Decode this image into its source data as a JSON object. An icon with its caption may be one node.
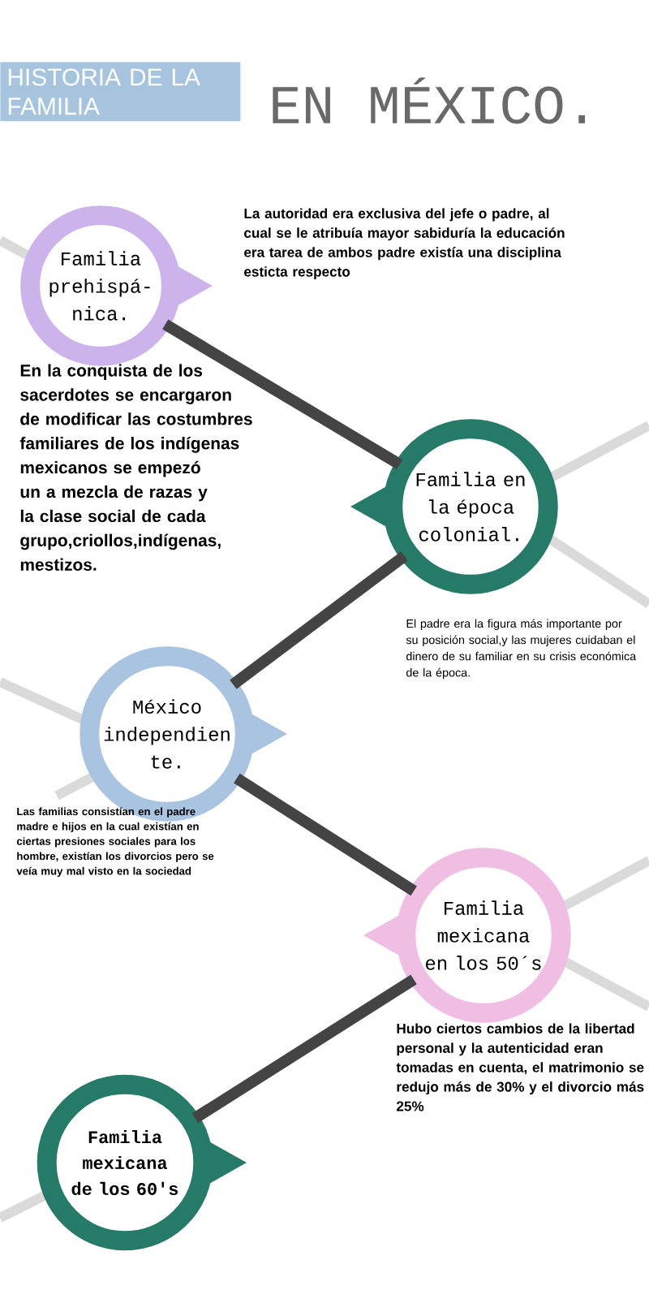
{
  "diagram": {
    "title": "HISTORIA DE LA FAMILIA",
    "nodes": [
      {
        "text": [
          "Familia prehispá- nica."
        ],
        "beside": [
          "La autoridad era exclusiva del jefe o padre, al cual se le atribuía mayor sabiduría la educación era tarea de ambos padre existía una disciplina esticta respecto"
        ]
      },
      {
        "text": [
          "Familia en la época colonial."
        ],
        "beside": [
          "El padre era la figura más importante por su posición social,y las mujeres cuidaban el dinero de su familiar en su crisis económica de la época."
        ]
      },
      {
        "text": [
          "México independien te."
        ],
        "beside": [
          "Las familias consistían  en el padre madre e hijos en la cual existían en ciertas presiones sociales para los hombre, existían los divorcios pero se veía muy mal visto en la sociedad"
        ]
      },
      {
        "text": [
          "Familia mexicana en los 50´s"
        ],
        "beside": [
          "Hubo ciertos cambios de la libertad personal y la autenticidad eran tomadas en cuenta, el matrimonio se redujo más de 30% y  el divorcio más 25%"
        ]
      },
      {
        "text": [
          "Familia mexicana de los 60's"
        ]
      }
    ],
    "edges": [
      {
        "from": 0,
        "to": 1,
        "arrow": "none"
      },
      {
        "from": 1,
        "to": 2,
        "arrow": "none"
      },
      {
        "from": 2,
        "to": 3,
        "arrow": "none"
      },
      {
        "from": 3,
        "to": 4,
        "arrow": "none"
      }
    ],
    "labels": [
      "EN MÉXICO.",
      "En la conquista de los sacerdotes se encargaron de modificar las costumbres familiares de los indígenas mexicanos se empezó un a mezcla de razas y la clase social de cada grupo,criollos,indígenas, mestizos."
    ]
  }
}
